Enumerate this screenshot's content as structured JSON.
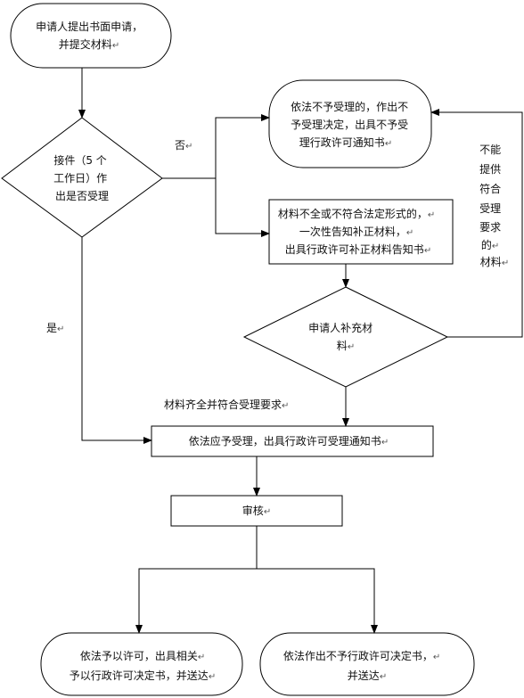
{
  "nodes": {
    "start": {
      "lines": [
        "申请人提出书面申请，",
        "并提交材料"
      ]
    },
    "decision_accept": {
      "lines": [
        "接件（5 个",
        "工作日）作",
        "出是否受理"
      ]
    },
    "reject": {
      "lines": [
        "依法不予受理的，作出不",
        "予受理决定，出具不予受",
        "理行政许可通知书"
      ]
    },
    "incomplete": {
      "lines": [
        "材料不全或不符合法定形式的，",
        "一次性告知补正材料，",
        "出具行政许可补正材料告知书"
      ]
    },
    "supplement": {
      "lines": [
        "申请人补充材",
        "料"
      ]
    },
    "accept": {
      "lines": [
        "依法应予受理，出具行政许可受理通知书"
      ]
    },
    "review": {
      "lines": [
        "审核"
      ]
    },
    "grant": {
      "lines": [
        "依法予以许可，出具相关",
        "予以行政许可决定书，并送达"
      ]
    },
    "deny": {
      "lines": [
        "依法作出不予行政许可决定书，",
        "并送达"
      ]
    }
  },
  "labels": {
    "no": "否",
    "yes": "是",
    "complete": "材料齐全并符合受理要求",
    "cannot_provide": [
      "不能",
      "提供",
      "符合",
      "受理",
      "要求",
      "的",
      "材料"
    ]
  },
  "paragraph_mark": "↵"
}
